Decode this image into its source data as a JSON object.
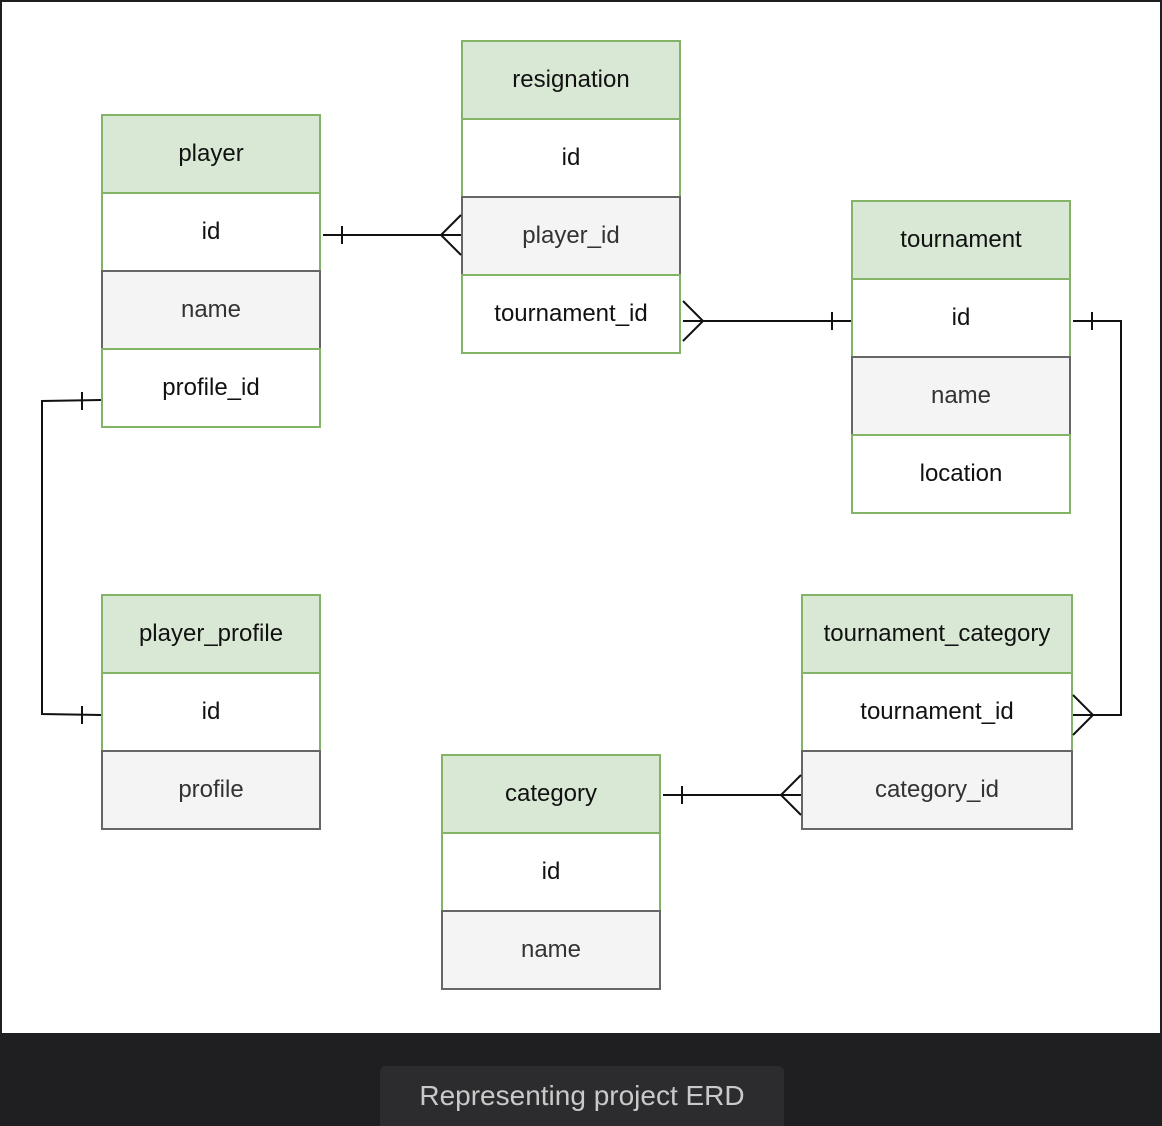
{
  "entities": {
    "player": {
      "title": "player",
      "fields": [
        "id",
        "name",
        "profile_id"
      ]
    },
    "resignation": {
      "title": "resignation",
      "fields": [
        "id",
        "player_id",
        "tournament_id"
      ]
    },
    "tournament": {
      "title": "tournament",
      "fields": [
        "id",
        "name",
        "location"
      ]
    },
    "player_profile": {
      "title": "player_profile",
      "fields": [
        "id",
        "profile"
      ]
    },
    "tournament_category": {
      "title": "tournament_category",
      "fields": [
        "tournament_id",
        "category_id"
      ]
    },
    "category": {
      "title": "category",
      "fields": [
        "id",
        "name"
      ]
    }
  },
  "caption": "Representing project ERD",
  "colors": {
    "header_fill": "#d9e8d5",
    "border_green": "#82b366",
    "gray_fill": "#f4f4f4",
    "background": "#1f1f21"
  }
}
